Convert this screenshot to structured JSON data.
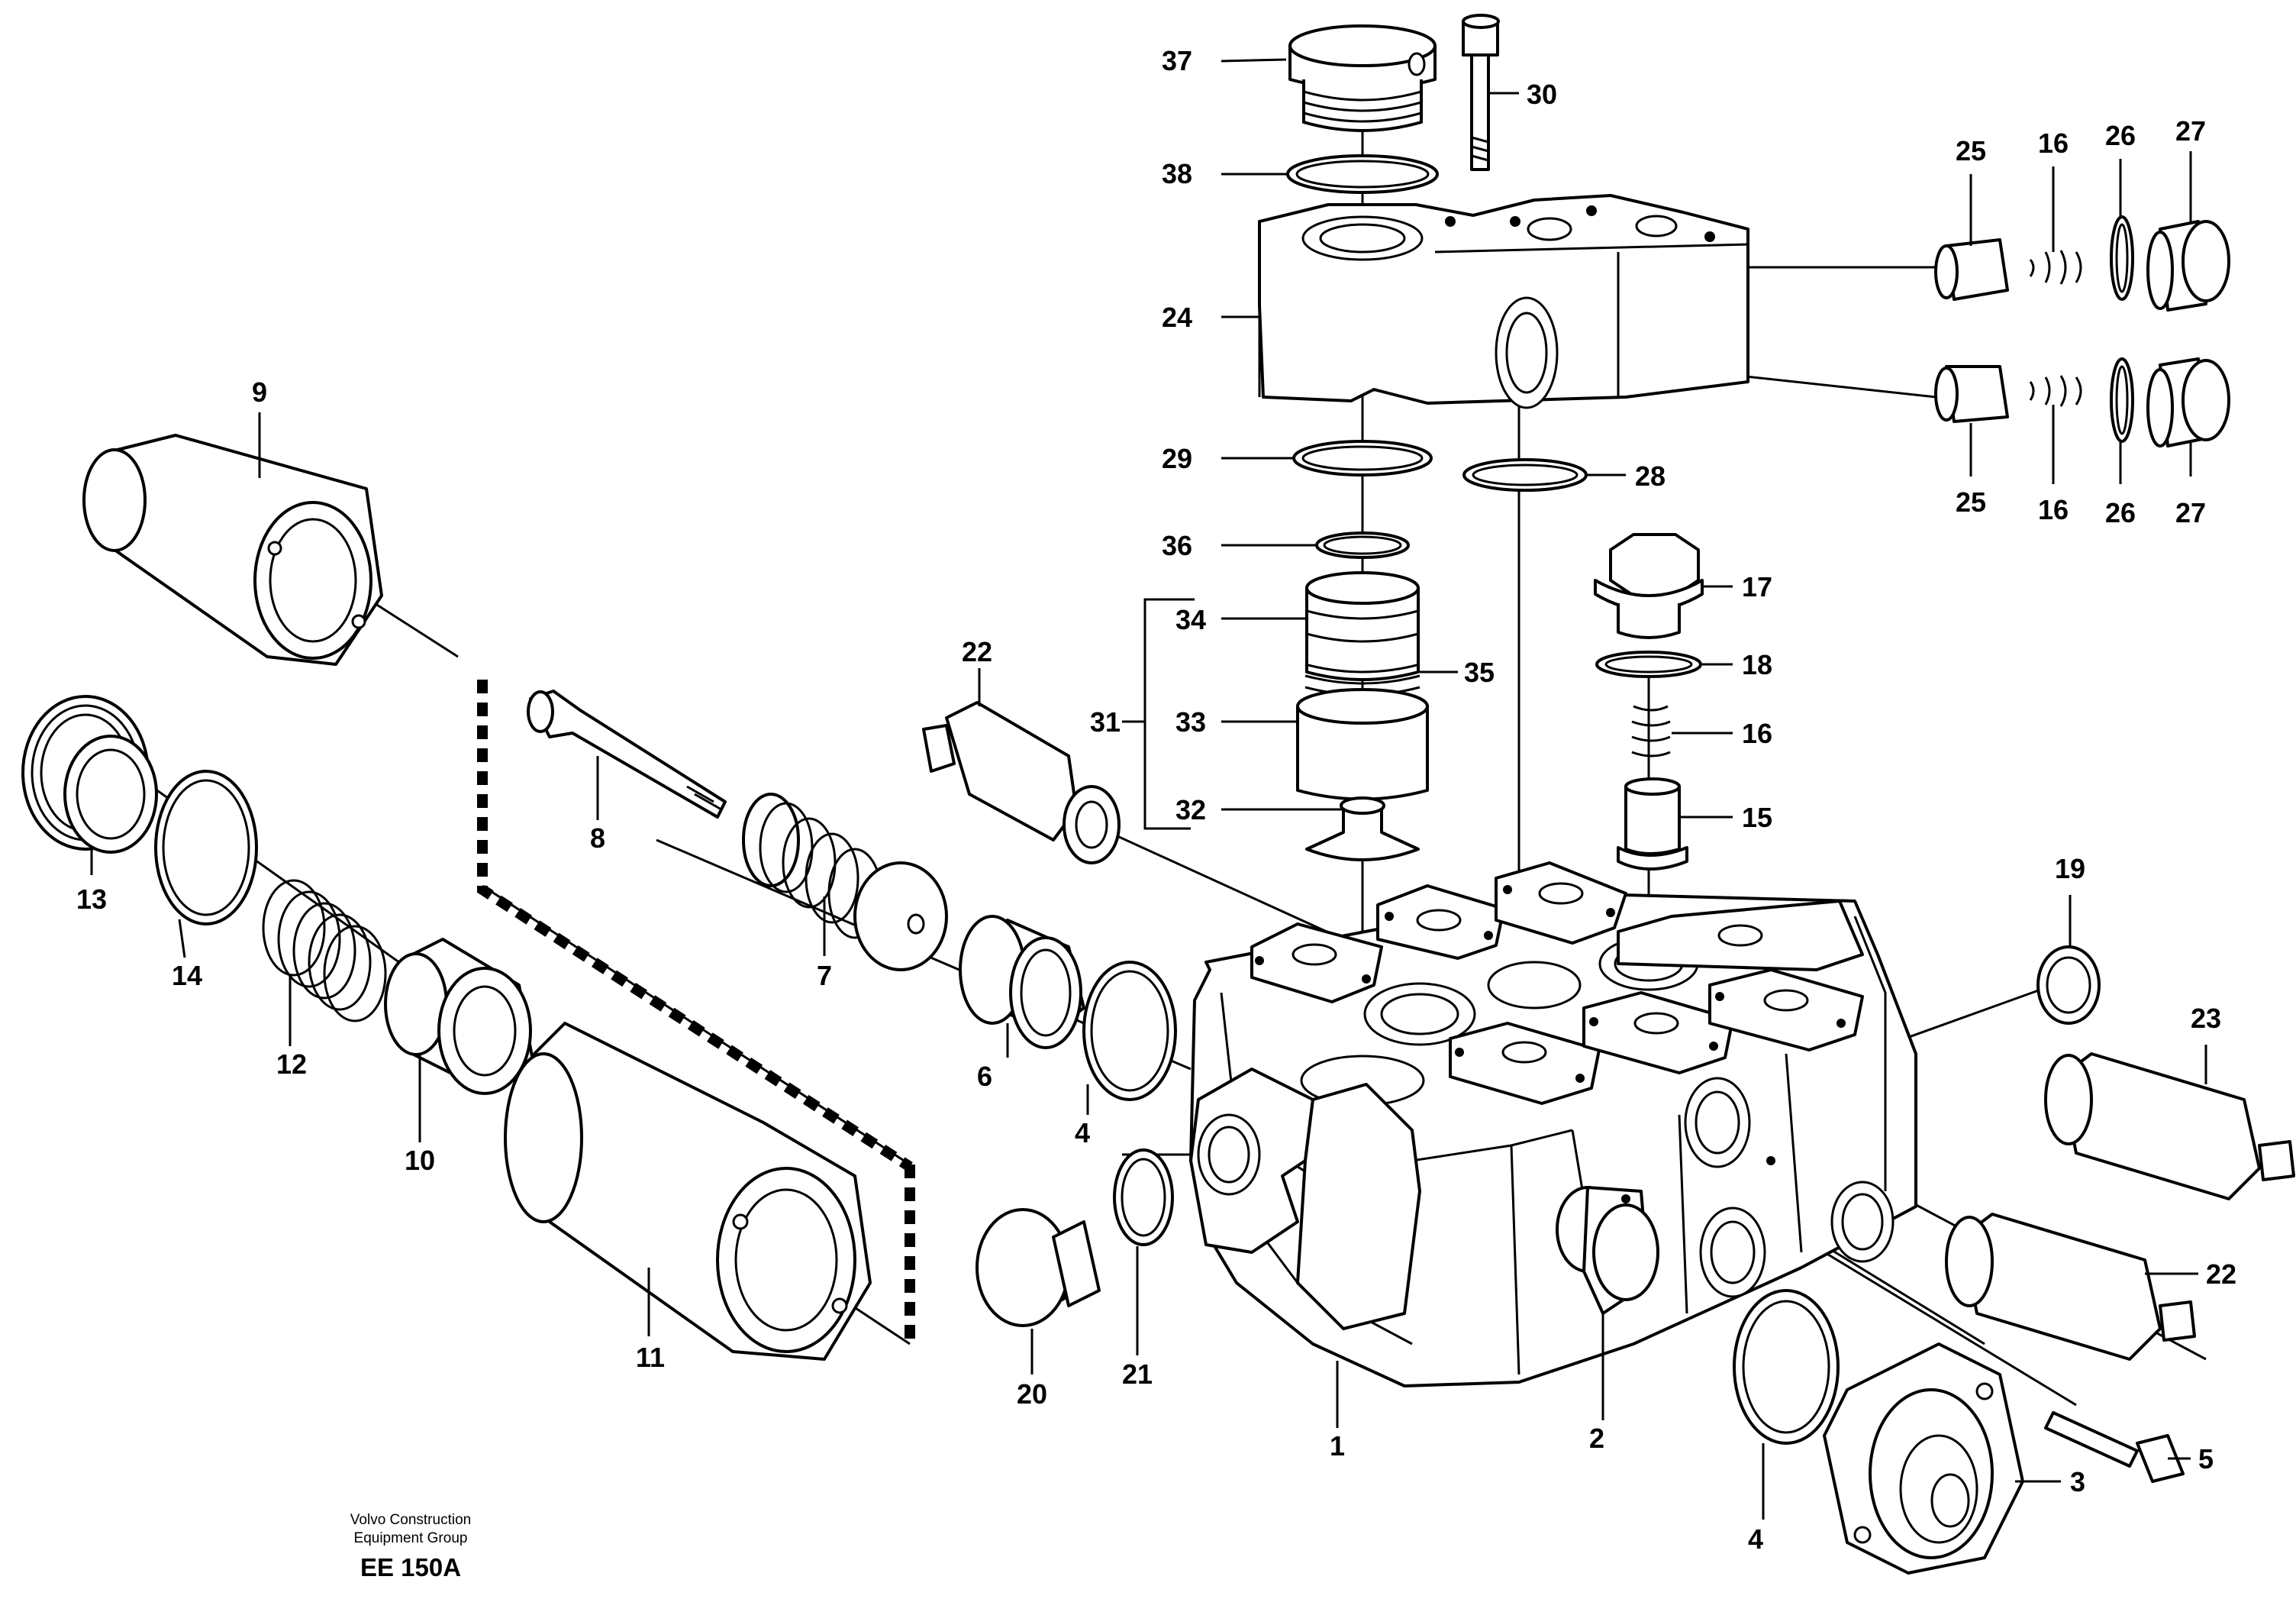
{
  "callouts": {
    "n1": "1",
    "n2": "2",
    "n3": "3",
    "n4a": "4",
    "n4b": "4",
    "n5": "5",
    "n6": "6",
    "n7": "7",
    "n8": "8",
    "n9": "9",
    "n10": "10",
    "n11": "11",
    "n12": "12",
    "n13": "13",
    "n14": "14",
    "n15": "15",
    "n16a": "16",
    "n16b": "16",
    "n16c": "16",
    "n17": "17",
    "n18": "18",
    "n19": "19",
    "n20": "20",
    "n21": "21",
    "n22a": "22",
    "n22b": "22",
    "n23": "23",
    "n24": "24",
    "n25a": "25",
    "n25b": "25",
    "n26a": "26",
    "n26b": "26",
    "n27a": "27",
    "n27b": "27",
    "n28": "28",
    "n29": "29",
    "n30": "30",
    "n31": "31",
    "n32": "32",
    "n33": "33",
    "n34": "34",
    "n35": "35",
    "n36": "36",
    "n37": "37",
    "n38": "38"
  },
  "footer": {
    "publisher_line1": "Volvo Construction",
    "publisher_line2": "Equipment Group",
    "drawing_code": "EE 150A"
  }
}
